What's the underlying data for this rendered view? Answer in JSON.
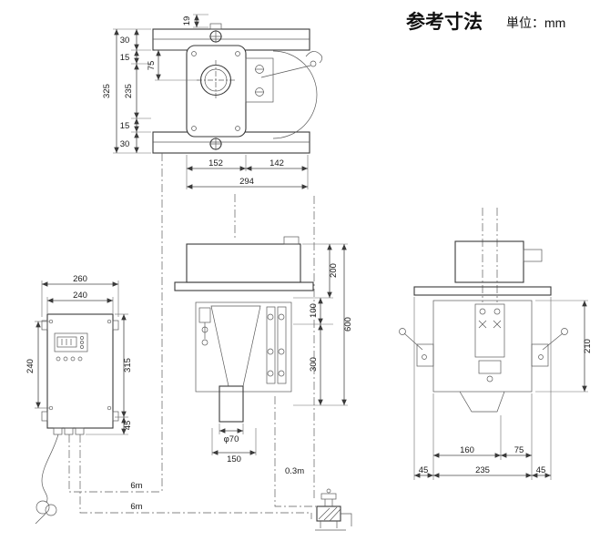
{
  "title": {
    "main": "参考寸法",
    "unit": "単位：mm"
  },
  "top_view": {
    "dim_19": "19",
    "dim_30_top": "30",
    "dim_15_top": "15",
    "dim_235": "235",
    "dim_325": "325",
    "dim_15_bottom": "15",
    "dim_30_bottom": "30",
    "dim_75": "75",
    "dim_152": "152",
    "dim_142": "142",
    "dim_294": "294"
  },
  "controller": {
    "dim_260": "260",
    "dim_240_width": "240",
    "dim_240_height": "240",
    "dim_315": "315",
    "dim_45": "45",
    "cable_length_1": "6m",
    "cable_length_2": "6m"
  },
  "front_view": {
    "dim_200": "200",
    "dim_100": "100",
    "dim_300": "300",
    "dim_600": "600",
    "dim_phi70": "φ70",
    "dim_150": "150",
    "dim_0_3m": "0.3m"
  },
  "side_view": {
    "dim_210": "210",
    "dim_160": "160",
    "dim_75": "75",
    "dim_45_left": "45",
    "dim_235": "235",
    "dim_45_right": "45"
  }
}
